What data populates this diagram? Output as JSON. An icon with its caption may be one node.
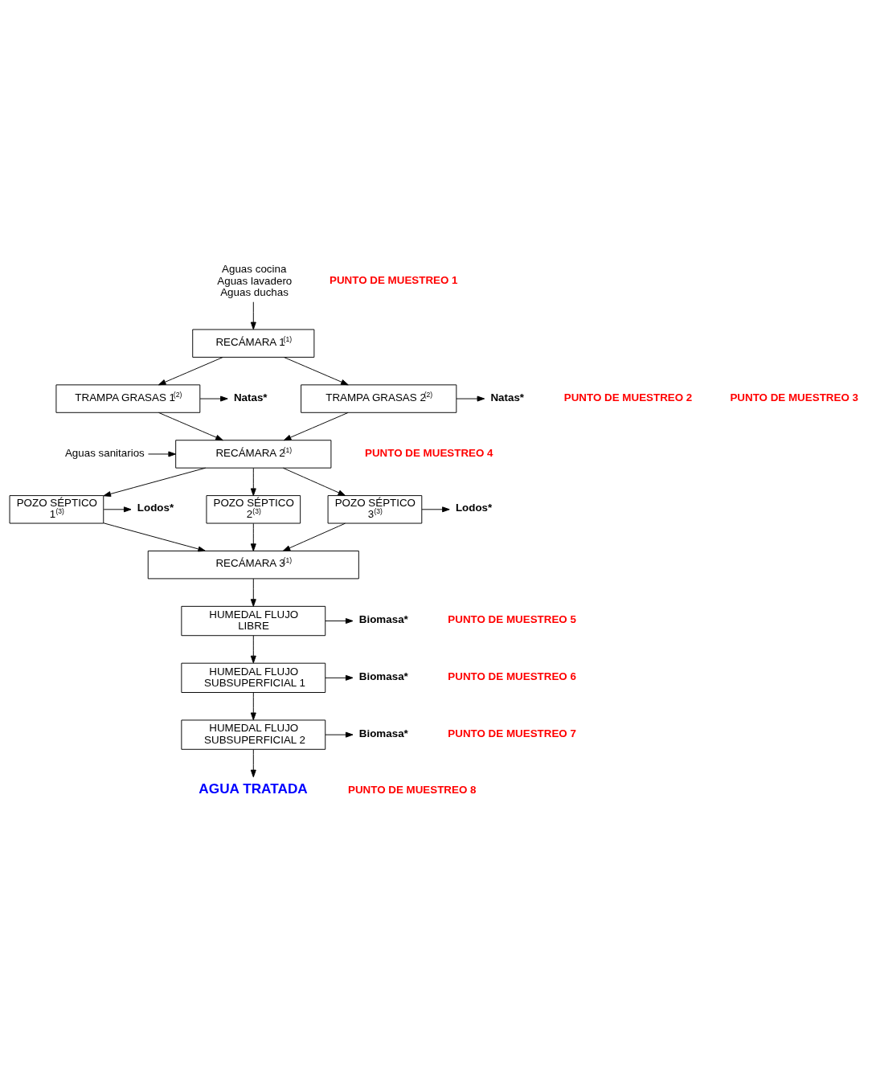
{
  "diagram": {
    "nodes": [
      {
        "text": [
          "Aguas cocina",
          "Aguas lavadero",
          "Aguas duchas"
        ]
      },
      {
        "text": [
          "RECÁMARA 1$^{(1)}$"
        ]
      },
      {
        "text": [
          "TRAMPA GRASAS 1$^{(2)}$"
        ]
      },
      {
        "text": [
          "TRAMPA GRASAS 2$^{(2)}$"
        ]
      },
      {
        "text": [
          "Natas*"
        ]
      },
      {
        "text": [
          "Natas*"
        ]
      },
      {
        "text": [
          "RECÁMARA 2$^{(1)}$"
        ]
      },
      {
        "text": [
          "Aguas sanitarios"
        ]
      },
      {
        "text": [
          "POZO SÉPTICO 1$^{(3)}$"
        ]
      },
      {
        "text": [
          "POZO SÉPTICO 2$^{(3)}$"
        ]
      },
      {
        "text": [
          "POZO SÉPTICO 3$^{(3)}$"
        ]
      },
      {
        "text": [
          "Lodos*"
        ]
      },
      {
        "text": [
          "Lodos*"
        ]
      },
      {
        "text": [
          "RECÁMARA 3$^{(1)}$"
        ]
      },
      {
        "text": [
          "HUMEDAL FLUJO LIBRE"
        ]
      },
      {
        "text": [
          "Biomasa*"
        ]
      },
      {
        "text": [
          "HUMEDAL FLUJO SUBSUPERFICIAL 1"
        ]
      },
      {
        "text": [
          "Biomasa*"
        ]
      },
      {
        "text": [
          "HUMEDAL FLUJO SUBSUPERFICIAL 2"
        ]
      },
      {
        "text": [
          "Biomasa*"
        ]
      },
      {
        "text": [
          "AGUA TRATADA"
        ]
      }
    ],
    "edges": [
      {
        "from": 0,
        "to": 1,
        "arrow": "to"
      },
      {
        "from": 1,
        "to": 2,
        "arrow": "to"
      },
      {
        "from": 1,
        "to": 3,
        "arrow": "to"
      },
      {
        "from": 2,
        "to": 4,
        "arrow": "to"
      },
      {
        "from": 3,
        "to": 5,
        "arrow": "to"
      },
      {
        "from": 2,
        "to": 6,
        "arrow": "to"
      },
      {
        "from": 3,
        "to": 6,
        "arrow": "to"
      },
      {
        "from": 7,
        "to": 6,
        "arrow": "to"
      },
      {
        "from": 6,
        "to": 8,
        "arrow": "to"
      },
      {
        "from": 6,
        "to": 9,
        "arrow": "to"
      },
      {
        "from": 6,
        "to": 10,
        "arrow": "to"
      },
      {
        "from": 8,
        "to": 11,
        "arrow": "to"
      },
      {
        "from": 10,
        "to": 12,
        "arrow": "to"
      },
      {
        "from": 8,
        "to": 13,
        "arrow": "to"
      },
      {
        "from": 9,
        "to": 13,
        "arrow": "to"
      },
      {
        "from": 10,
        "to": 13,
        "arrow": "to"
      },
      {
        "from": 13,
        "to": 14,
        "arrow": "to"
      },
      {
        "from": 14,
        "to": 15,
        "arrow": "to"
      },
      {
        "from": 14,
        "to": 16,
        "arrow": "to"
      },
      {
        "from": 16,
        "to": 17,
        "arrow": "to"
      },
      {
        "from": 16,
        "to": 18,
        "arrow": "to"
      },
      {
        "from": 18,
        "to": 19,
        "arrow": "to"
      },
      {
        "from": 18,
        "to": 20,
        "arrow": "to"
      }
    ],
    "labels": [
      "PUNTO DE MUESTREO 1",
      "PUNTO DE MUESTREO 2",
      "PUNTO DE MUESTREO 3",
      "PUNTO DE MUESTREO 4",
      "PUNTO DE MUESTREO 5",
      "PUNTO DE MUESTREO 6",
      "PUNTO DE MUESTREO 7",
      "PUNTO DE MUESTREO 8"
    ]
  }
}
